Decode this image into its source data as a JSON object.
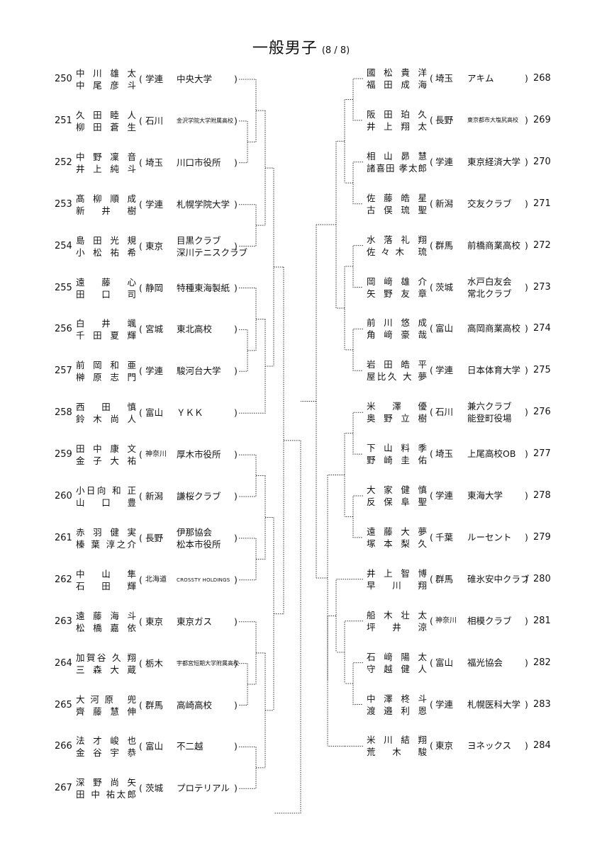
{
  "header": {
    "title": "一般男子",
    "page": "(8 / 8)"
  },
  "left": [
    {
      "seed": "250",
      "p1": "中 川 雄 太",
      "p2": "中 尾 彦 斗",
      "pref": "学連",
      "aff": [
        "中央大学"
      ]
    },
    {
      "seed": "251",
      "p1": "久 田 睦 人",
      "p2": "柳 田 蒼 生",
      "pref": "石川",
      "aff": [
        "金沢学院大学附属高校"
      ],
      "affSize": "small"
    },
    {
      "seed": "252",
      "p1": "中 野 凜 音",
      "p2": "井 上 純 斗",
      "pref": "埼玉",
      "aff": [
        "川口市役所"
      ]
    },
    {
      "seed": "253",
      "p1": "髙 柳 順 成",
      "p2": "新 井 樹",
      "pref": "学連",
      "aff": [
        "札幌学院大学"
      ]
    },
    {
      "seed": "254",
      "p1": "島 田 光 規",
      "p2": "小 松 祐 希",
      "pref": "東京",
      "aff": [
        "目黒クラブ",
        "深川テニスクラブ"
      ]
    },
    {
      "seed": "255",
      "p1": "遠 藤 心",
      "p2": "田 口 司",
      "pref": "静岡",
      "aff": [
        "特種東海製紙"
      ]
    },
    {
      "seed": "256",
      "p1": "白 井 颯",
      "p2": "千 田 夏 輝",
      "pref": "宮城",
      "aff": [
        "東北高校"
      ]
    },
    {
      "seed": "257",
      "p1": "前 岡 和 亜",
      "p2": "榊 原 志 門",
      "pref": "学連",
      "aff": [
        "駿河台大学"
      ]
    },
    {
      "seed": "258",
      "p1": "西 田 慎",
      "p2": "鈴 木 尚 人",
      "pref": "富山",
      "aff": [
        "ＹＫＫ"
      ]
    },
    {
      "seed": "259",
      "p1": "田 中 康 文",
      "p2": "金 子 大 祐",
      "pref": "神奈川",
      "prefSize": "small",
      "aff": [
        "厚木市役所"
      ]
    },
    {
      "seed": "260",
      "p1": "小日向 和 正",
      "p2": "山 口 豊",
      "pref": "新潟",
      "aff": [
        "謙桜クラブ"
      ]
    },
    {
      "seed": "261",
      "p1": "赤 羽 健 実",
      "p2": "榛 葉 淳之介",
      "pref": "長野",
      "aff": [
        "伊那協会",
        "松本市役所"
      ]
    },
    {
      "seed": "262",
      "p1": "中 山 隼",
      "p2": "石 田 輝",
      "pref": "北海道",
      "prefSize": "small",
      "aff": [
        "CROSSTY HOLDINGS"
      ],
      "affSize": "smallx"
    },
    {
      "seed": "263",
      "p1": "遠 藤 海 斗",
      "p2": "松 橋 嘉 依",
      "pref": "東京",
      "aff": [
        "東京ガス"
      ]
    },
    {
      "seed": "264",
      "p1": "加賀谷 久 翔",
      "p2": "三 森 大 蔵",
      "pref": "栃木",
      "aff": [
        "宇都宮短期大学附属高校"
      ],
      "affSize": "small"
    },
    {
      "seed": "265",
      "p1": "大河原 兜",
      "p2": "齊 藤 慧 伸",
      "pref": "群馬",
      "aff": [
        "高崎高校"
      ]
    },
    {
      "seed": "266",
      "p1": "法 才 峻 也",
      "p2": "金 谷 宇 恭",
      "pref": "富山",
      "aff": [
        "不二越"
      ]
    },
    {
      "seed": "267",
      "p1": "深 野 尚 矢",
      "p2": "田 中 祐太郎",
      "pref": "茨城",
      "aff": [
        "プロテリアル"
      ]
    }
  ],
  "right": [
    {
      "seed": "268",
      "p1": "國 松 貴 洋",
      "p2": "福 田 成 海",
      "pref": "埼玉",
      "aff": [
        "アキム"
      ]
    },
    {
      "seed": "269",
      "p1": "阪 田 珀 久",
      "p2": "井 上 翔 太",
      "pref": "長野",
      "aff": [
        "東京都市大塩尻高校"
      ],
      "affSize": "small"
    },
    {
      "seed": "270",
      "p1": "相 山 昴 慧",
      "p2": "諸喜田 孝太郎",
      "pref": "学連",
      "aff": [
        "東京経済大学"
      ]
    },
    {
      "seed": "271",
      "p1": "佐 藤 皓 星",
      "p2": "古 俣 琉 聖",
      "pref": "新潟",
      "aff": [
        "交友クラブ"
      ]
    },
    {
      "seed": "272",
      "p1": "水 落 礼 翔",
      "p2": "佐々木 琉",
      "pref": "群馬",
      "aff": [
        "前橋商業高校"
      ]
    },
    {
      "seed": "273",
      "p1": "岡 﨑 雄 介",
      "p2": "矢 野 友 章",
      "pref": "茨城",
      "aff": [
        "水戸白友会",
        "常北クラブ"
      ]
    },
    {
      "seed": "274",
      "p1": "前 川 悠 成",
      "p2": "角 﨑 豪 哉",
      "pref": "富山",
      "aff": [
        "高岡商業高校"
      ]
    },
    {
      "seed": "275",
      "p1": "岩 田 皓 平",
      "p2": "屋比久 大 夢",
      "pref": "学連",
      "aff": [
        "日本体育大学"
      ]
    },
    {
      "seed": "276",
      "p1": "米 澤 優",
      "p2": "奥 野 立 樹",
      "pref": "石川",
      "aff": [
        "兼六クラブ",
        "能登町役場"
      ]
    },
    {
      "seed": "277",
      "p1": "下 山 料 季",
      "p2": "野 崎 圭 佑",
      "pref": "埼玉",
      "aff": [
        "上尾高校OB"
      ]
    },
    {
      "seed": "278",
      "p1": "大 家 健 慎",
      "p2": "反 保 阜 聖",
      "pref": "学連",
      "aff": [
        "東海大学"
      ]
    },
    {
      "seed": "279",
      "p1": "遠 藤 大 夢",
      "p2": "塚 本 梨 久",
      "pref": "千葉",
      "aff": [
        "ルーセント"
      ]
    },
    {
      "seed": "280",
      "p1": "井 上 智 博",
      "p2": "早 川 翔",
      "pref": "群馬",
      "aff": [
        "碓氷安中クラブ"
      ]
    },
    {
      "seed": "281",
      "p1": "船 木 壮 太",
      "p2": "坪 井 涼",
      "pref": "神奈川",
      "prefSize": "small",
      "aff": [
        "相模クラブ"
      ]
    },
    {
      "seed": "282",
      "p1": "石 﨑 陽 太",
      "p2": "守 越 健 人",
      "pref": "富山",
      "aff": [
        "福光協会"
      ]
    },
    {
      "seed": "283",
      "p1": "中 澤 柊 斗",
      "p2": "渡 邉 利 恩",
      "pref": "学連",
      "aff": [
        "札幌医科大学"
      ]
    },
    {
      "seed": "284",
      "p1": "米 川 結 翔",
      "p2": "荒 木 駿",
      "pref": "東京",
      "aff": [
        "ヨネックス"
      ]
    }
  ],
  "symbols": {
    "open": "(",
    "close": ")"
  }
}
